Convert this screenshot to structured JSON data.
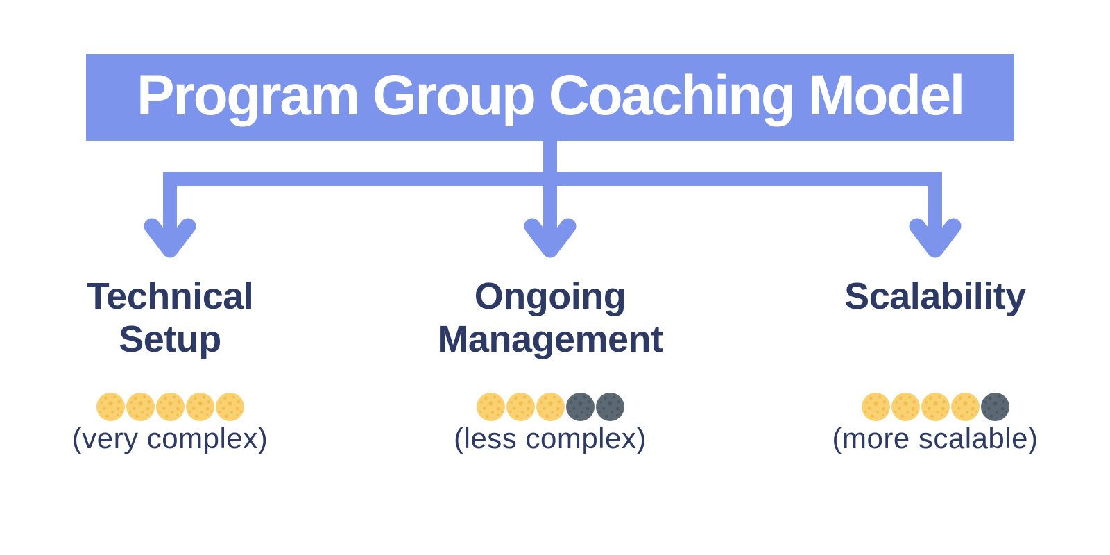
{
  "title": "Program Group Coaching Model",
  "colors": {
    "accent_blue": "#7C94EB",
    "text_navy": "#2D3A66",
    "title_text": "#FFFFFF",
    "background": "#FFFFFF",
    "ball_yellow": "#FAD170",
    "ball_yellow_speckle": "#F3BC4F",
    "ball_gray": "#5C6974",
    "ball_gray_speckle": "#4C5963"
  },
  "icons": {
    "rating_dot": "pickleball-icon",
    "connector": "arrow-down-icon"
  },
  "columns": [
    {
      "id": "technical-setup",
      "label": "Technical Setup",
      "label_lines": [
        "Technical",
        "Setup"
      ],
      "rating": {
        "filled": 5,
        "total": 5
      },
      "note": "(very complex)"
    },
    {
      "id": "ongoing-management",
      "label": "Ongoing Management",
      "label_lines": [
        "Ongoing",
        "Management"
      ],
      "rating": {
        "filled": 3,
        "total": 5
      },
      "note": "(less complex)"
    },
    {
      "id": "scalability",
      "label": "Scalability",
      "label_lines": [
        "Scalability"
      ],
      "rating": {
        "filled": 4,
        "total": 5
      },
      "note": "(more scalable)"
    }
  ]
}
